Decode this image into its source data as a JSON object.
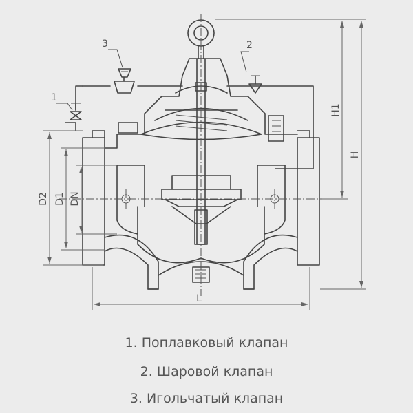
{
  "diagram": {
    "callouts": {
      "c1": "1",
      "c2": "2",
      "c3": "3"
    },
    "dimensions": {
      "h1": "H1",
      "h": "H",
      "d2": "D2",
      "d1": "D1",
      "dn": "DN",
      "l": "L"
    },
    "icons": [
      "float-valve-icon",
      "ball-valve-icon",
      "needle-valve-icon",
      "valve-body-drawing"
    ]
  },
  "legend": [
    "1. Поплавковый клапан",
    "2. Шаровой клапан",
    "3. Игольчатый клапан"
  ]
}
